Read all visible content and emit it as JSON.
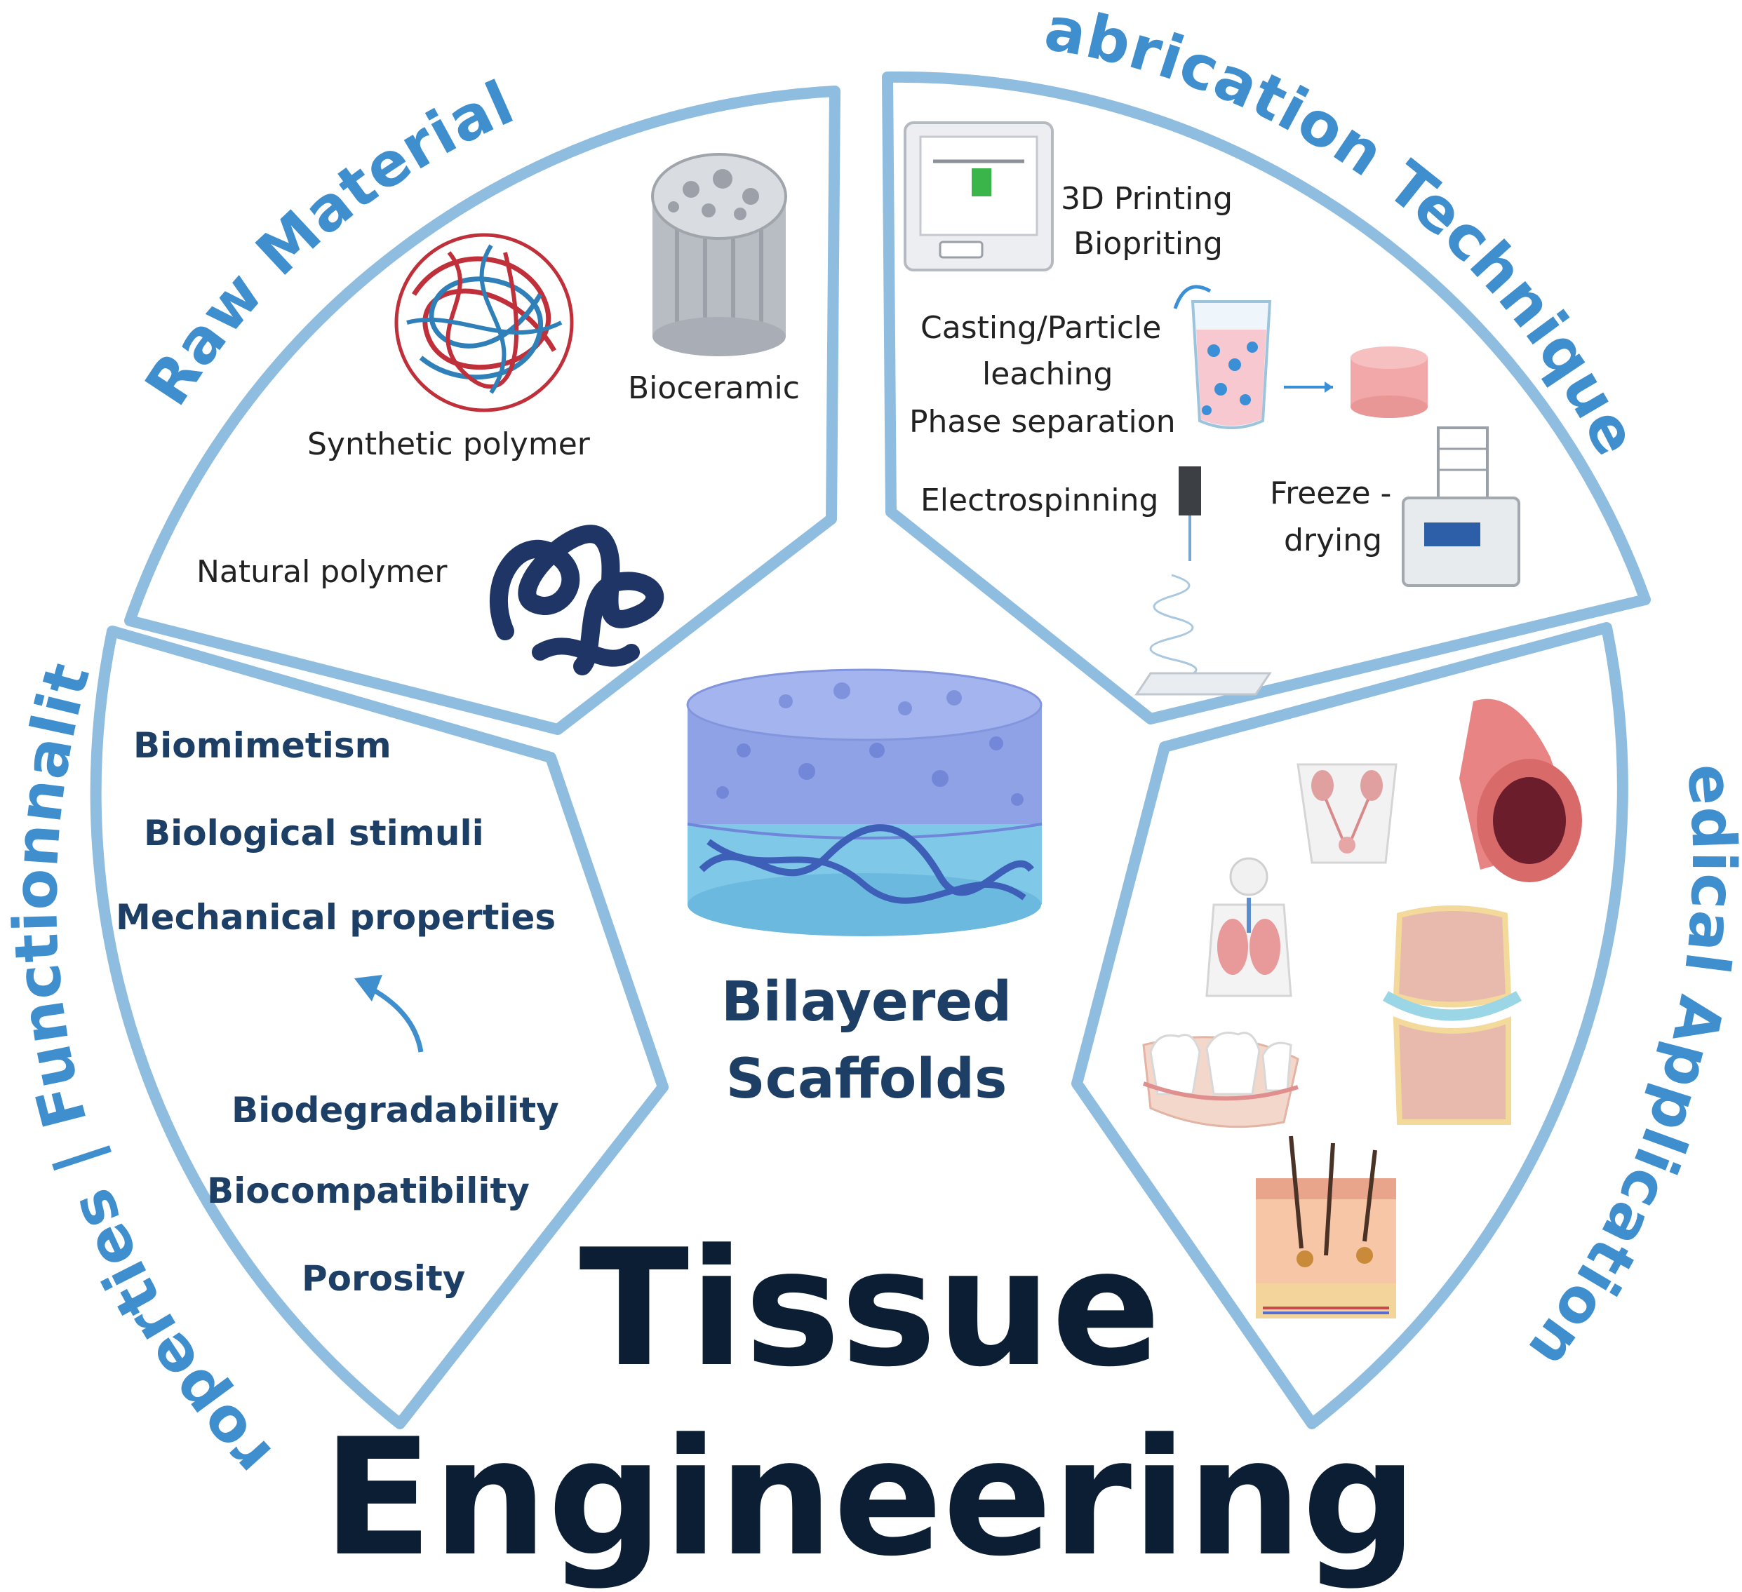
{
  "sections": {
    "raw_materials": {
      "title": "Raw Materials",
      "labels": {
        "bioceramic": "Bioceramic",
        "synthetic": "Synthetic polymer",
        "natural": "Natural polymer"
      }
    },
    "fabrication": {
      "title": "Fabrication Techniques",
      "labels": {
        "printing_1": "3D Printing",
        "printing_2": "Biopriting",
        "casting_1": "Casting/Particle",
        "casting_2": "leaching",
        "phase": "Phase separation",
        "electro": "Electrospinning",
        "freeze_1": "Freeze -",
        "freeze_2": "drying"
      }
    },
    "properties": {
      "title": "Properties | Functionnality",
      "items": [
        "Biomimetism",
        "Biological stimuli",
        "Mechanical properties",
        "Biodegradability",
        "Biocompatibility",
        "Porosity"
      ]
    },
    "medical": {
      "title": "Medical Applications"
    }
  },
  "center": {
    "line1": "Bilayered",
    "line2": "Scaffolds"
  },
  "main_title": {
    "line1": "Tissue",
    "line2": "Engineering"
  },
  "colors": {
    "accent": "#3f8fcf",
    "outline": "#8fbde0",
    "dark_text": "#1d3f66",
    "title_text": "#0c1e33"
  }
}
